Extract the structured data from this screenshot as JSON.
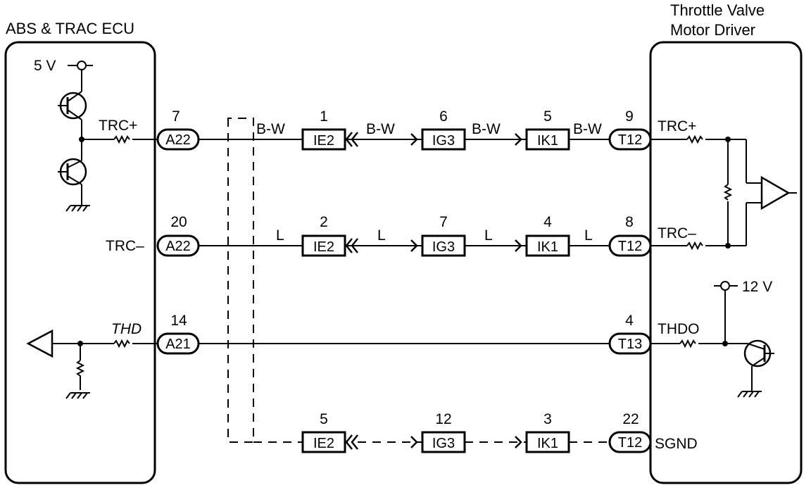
{
  "left_unit": {
    "title": "ABS & TRAC ECU"
  },
  "right_unit": {
    "title_line1": "Throttle Valve",
    "title_line2": "Motor Driver"
  },
  "supplies": {
    "left": "5 V",
    "right": "12 V"
  },
  "signals": {
    "left_trc_plus": "TRC+",
    "left_trc_minus": "TRC–",
    "left_thd": "THD",
    "right_trc_plus": "TRC+",
    "right_trc_minus": "TRC–",
    "right_thdo": "THDO",
    "right_sgnd": "SGND"
  },
  "circuits": [
    {
      "left_connector": "A22",
      "left_pin": "7",
      "right_connector": "T12",
      "right_pin": "9",
      "wire_color": "B-W",
      "junctions": [
        {
          "name": "IE2",
          "pin": "1"
        },
        {
          "name": "IG3",
          "pin": "6"
        },
        {
          "name": "IK1",
          "pin": "5"
        }
      ]
    },
    {
      "left_connector": "A22",
      "left_pin": "20",
      "right_connector": "T12",
      "right_pin": "8",
      "wire_color": "L",
      "junctions": [
        {
          "name": "IE2",
          "pin": "2"
        },
        {
          "name": "IG3",
          "pin": "7"
        },
        {
          "name": "IK1",
          "pin": "4"
        }
      ]
    },
    {
      "left_connector": "A21",
      "left_pin": "14",
      "right_connector": "T13",
      "right_pin": "4"
    },
    {
      "right_connector": "T12",
      "right_pin": "22",
      "junctions": [
        {
          "name": "IE2",
          "pin": "5"
        },
        {
          "name": "IG3",
          "pin": "12"
        },
        {
          "name": "IK1",
          "pin": "3"
        }
      ]
    }
  ]
}
